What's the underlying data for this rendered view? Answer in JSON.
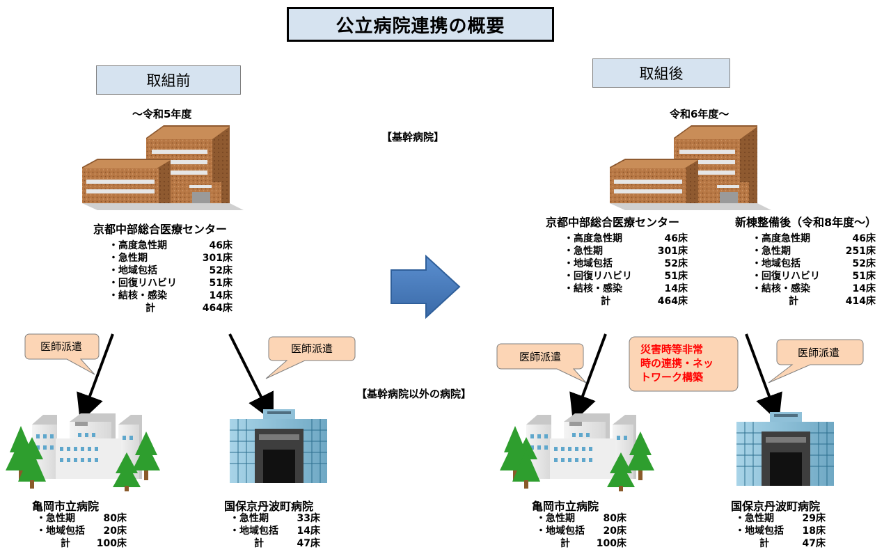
{
  "title": "公立病院連携の概要",
  "before": {
    "header": "取組前",
    "period": "～令和5年度",
    "core_hospital": {
      "name": "京都中部総合医療センター",
      "beds": [
        {
          "label": "・高度急性期",
          "value": "46床"
        },
        {
          "label": "・急性期",
          "value": "301床"
        },
        {
          "label": "・地域包括",
          "value": "52床"
        },
        {
          "label": "・回復リハビリ",
          "value": "51床"
        },
        {
          "label": "・結核・感染",
          "value": "14床"
        }
      ],
      "total_label": "計",
      "total_value": "464床"
    },
    "callout_left": "医師派遣",
    "callout_right": "医師派遣",
    "hospital_a": {
      "name": "亀岡市立病院",
      "rows": [
        {
          "label": "・急性期",
          "value": "80床"
        },
        {
          "label": "・地域包括",
          "value": "20床"
        }
      ],
      "total_label": "計",
      "total_value": "100床"
    },
    "hospital_b": {
      "name": "国保京丹波町病院",
      "rows": [
        {
          "label": "・急性期",
          "value": "33床"
        },
        {
          "label": "・地域包括",
          "value": "14床"
        }
      ],
      "total_label": "計",
      "total_value": "47床"
    }
  },
  "middle": {
    "core_label": "【基幹病院】",
    "other_label": "【基幹病院以外の病院】"
  },
  "after": {
    "header": "取組後",
    "period": "令和6年度～",
    "core_hospital": {
      "name": "京都中部総合医療センター",
      "beds": [
        {
          "label": "・高度急性期",
          "value": "46床"
        },
        {
          "label": "・急性期",
          "value": "301床"
        },
        {
          "label": "・地域包括",
          "value": "52床"
        },
        {
          "label": "・回復リハビリ",
          "value": "51床"
        },
        {
          "label": "・結核・感染",
          "value": "14床"
        }
      ],
      "total_label": "計",
      "total_value": "464床"
    },
    "new_building": {
      "name": "新棟整備後（令和8年度～）",
      "beds": [
        {
          "label": "・高度急性期",
          "value": "46床"
        },
        {
          "label": "・急性期",
          "value": "251床"
        },
        {
          "label": "・地域包括",
          "value": "52床"
        },
        {
          "label": "・回復リハビリ",
          "value": "51床"
        },
        {
          "label": "・結核・感染",
          "value": "14床"
        }
      ],
      "total_label": "計",
      "total_value": "414床"
    },
    "callout_left": "医師派遣",
    "callout_right": "医師派遣",
    "disaster_note": [
      "災害時等非常",
      "時の連携・ネッ",
      "トワーク構築"
    ],
    "hospital_a": {
      "name": "亀岡市立病院",
      "rows": [
        {
          "label": "・急性期",
          "value": "80床"
        },
        {
          "label": "・地域包括",
          "value": "20床"
        }
      ],
      "total_label": "計",
      "total_value": "100床"
    },
    "hospital_b": {
      "name": "国保京丹波町病院",
      "rows": [
        {
          "label": "・急性期",
          "value": "29床"
        },
        {
          "label": "・地域包括",
          "value": "18床"
        }
      ],
      "total_label": "計",
      "total_value": "47床"
    }
  },
  "colors": {
    "header_fill": "#d6e3f0",
    "callout_fill": "#fcd5b5",
    "arrow_fill": "#4f81bd",
    "disaster_text": "#ff0000",
    "tree_green": "#2e9e2e",
    "brick": "#a86a3a"
  }
}
